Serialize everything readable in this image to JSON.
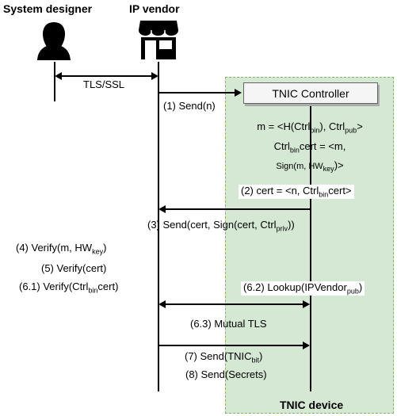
{
  "actors": {
    "designer": "System designer",
    "vendor": "IP vendor"
  },
  "device": {
    "title": "TNIC device",
    "controller": "TNIC Controller"
  },
  "tls_ssl": "TLS/SSL",
  "messages": {
    "m1": "(1) Send(n)",
    "m2_cert_main": "(2) cert =  <n, Ctrl",
    "m2_cert_sub": "bin",
    "m2_cert_end": "cert>",
    "m3_a": "(3) Send(cert, Sign(cert, Ctrl",
    "m3_sub": "priv",
    "m3_end": "))",
    "m4_a": "(4) Verify(m, HW",
    "m4_sub": "key",
    "m4_end": ")",
    "m5": "(5) Verify(cert)",
    "m61_a": "(6.1) Verify(Ctrl",
    "m61_sub": "bin",
    "m61_end": "cert)",
    "m62_a": "(6.2) Lookup(IPVendor",
    "m62_sub": "pub",
    "m62_end": ")",
    "m63": "(6.3) Mutual TLS",
    "m7_a": "(7) Send(TNIC",
    "m7_sub": "bit",
    "m7_end": ")",
    "m8": "(8) Send(Secrets)"
  },
  "controller_note": {
    "l1_a": "m = <H(Ctrl",
    "l1_sub1": "bin",
    "l1_b": "), Ctrl",
    "l1_sub2": "pub",
    "l1_c": ">",
    "l2_a": "Ctrl",
    "l2_sub": "bin",
    "l2_b": "cert = <m,",
    "l3_a": "Sign(m, HW",
    "l3_sub": "key",
    "l3_b": ")>"
  },
  "icons": {
    "designer": "person-icon",
    "vendor": "storefront-icon"
  },
  "colors": {
    "device_fill": "#d5e8d4",
    "device_border": "#82b366",
    "controller_fill": "#f5f5f5"
  }
}
